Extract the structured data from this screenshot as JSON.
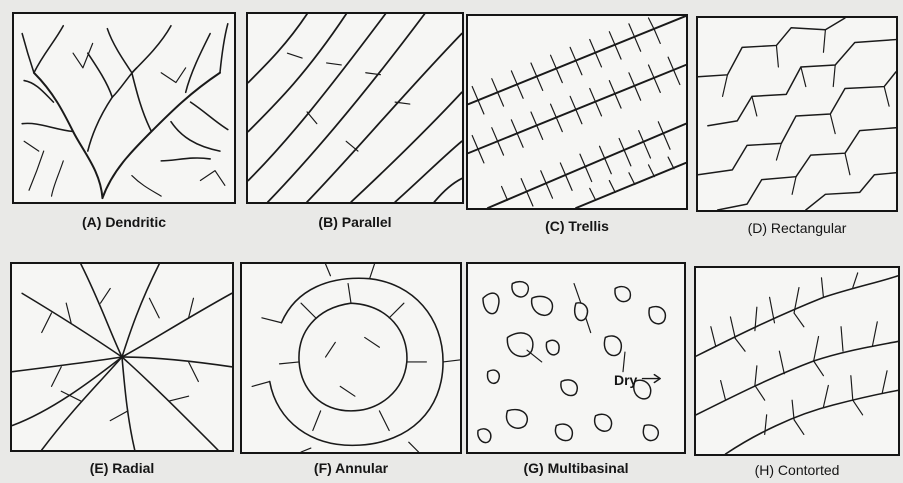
{
  "patterns": [
    {
      "id": "A",
      "caption": "(A) Dendritic"
    },
    {
      "id": "B",
      "caption": "(B) Parallel"
    },
    {
      "id": "C",
      "caption": "(C) Trellis"
    },
    {
      "id": "D",
      "caption": "(D) Rectangular"
    },
    {
      "id": "E",
      "caption": "(E) Radial"
    },
    {
      "id": "F",
      "caption": "(F) Annular"
    },
    {
      "id": "G",
      "caption": "(G) Multibasinal",
      "annotation": "Dry"
    },
    {
      "id": "H",
      "caption": "(H) Contorted"
    }
  ]
}
